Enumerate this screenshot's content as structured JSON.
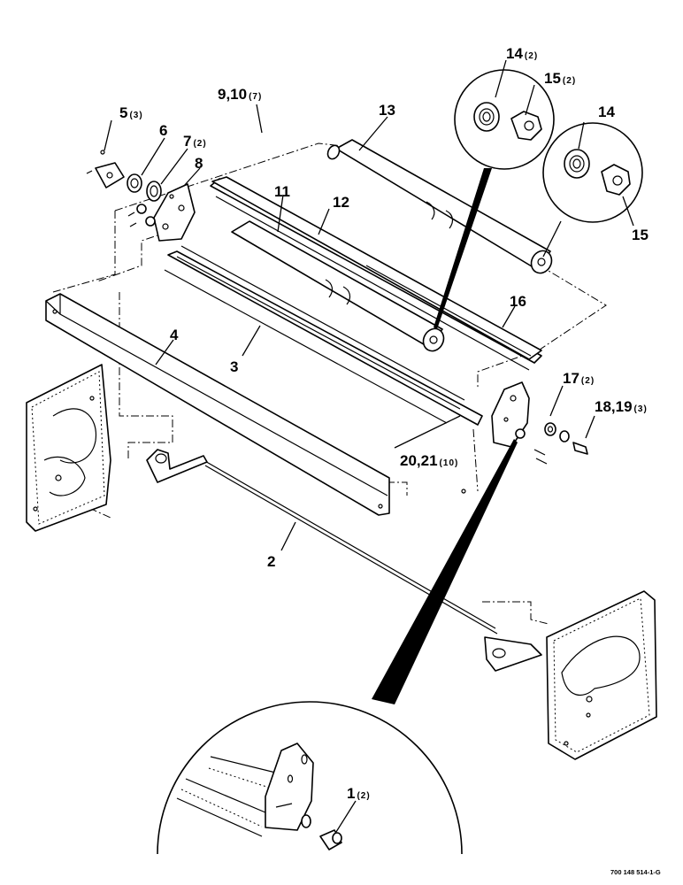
{
  "drawing_code": "700 148 514-1-G",
  "callouts": [
    {
      "id": "c5",
      "num": "5",
      "qty": "(3)"
    },
    {
      "id": "c6",
      "num": "6",
      "qty": ""
    },
    {
      "id": "c7",
      "num": "7",
      "qty": "(2)"
    },
    {
      "id": "c8",
      "num": "8",
      "qty": ""
    },
    {
      "id": "c9",
      "num": "9,10",
      "qty": "(7)"
    },
    {
      "id": "c13",
      "num": "13",
      "qty": ""
    },
    {
      "id": "c14a",
      "num": "14",
      "qty": "(2)"
    },
    {
      "id": "c15a",
      "num": "15",
      "qty": "(2)"
    },
    {
      "id": "c14b",
      "num": "14",
      "qty": ""
    },
    {
      "id": "c15b",
      "num": "15",
      "qty": ""
    },
    {
      "id": "c11",
      "num": "11",
      "qty": ""
    },
    {
      "id": "c12",
      "num": "12",
      "qty": ""
    },
    {
      "id": "c16",
      "num": "16",
      "qty": ""
    },
    {
      "id": "c4",
      "num": "4",
      "qty": ""
    },
    {
      "id": "c3",
      "num": "3",
      "qty": ""
    },
    {
      "id": "c17",
      "num": "17",
      "qty": "(2)"
    },
    {
      "id": "c18",
      "num": "18,19",
      "qty": "(3)"
    },
    {
      "id": "c20",
      "num": "20,21",
      "qty": "(10)"
    },
    {
      "id": "c2",
      "num": "2",
      "qty": ""
    },
    {
      "id": "c1",
      "num": "1",
      "qty": "(2)"
    }
  ]
}
